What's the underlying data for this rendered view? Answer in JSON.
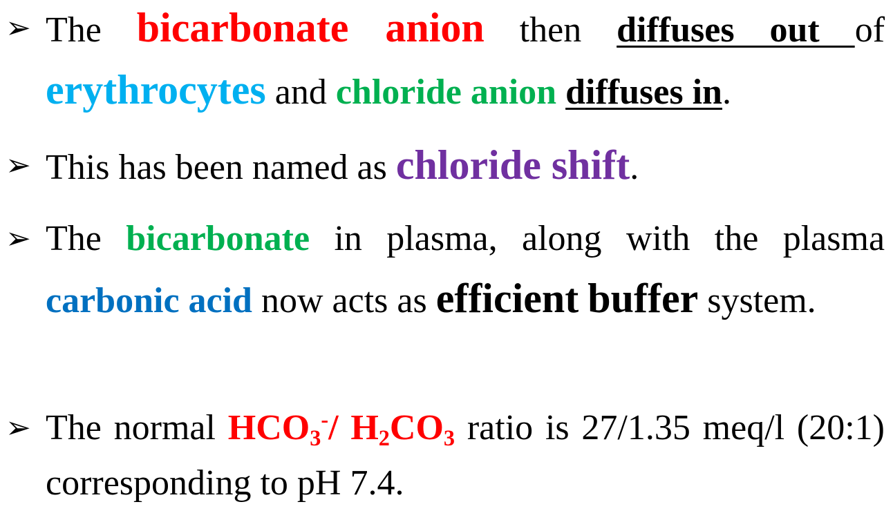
{
  "slide": {
    "bullets": [
      {
        "w1": "The",
        "bicarbonate_anion": "bicarbonate anion",
        "w2": "then",
        "diffuses_out": "diffuses out ",
        "w3": "of",
        "erythrocytes": "erythrocytes",
        "w4": "and",
        "chloride_anion": "chloride anion",
        "diffuses_in": "diffuses in",
        "end": "."
      },
      {
        "w1": "This has been named as",
        "chloride_shift": "chloride shift",
        "end": "."
      },
      {
        "w1": "The",
        "bicarbonate": "bicarbonate",
        "w2": "in plasma, along with the plasma",
        "carbonic_acid": "carbonic acid",
        "w3": "now acts as",
        "efficient": "efficient",
        "buffer": "buffer",
        "w4": "system."
      },
      {
        "w1": "The normal",
        "f_hco": "HCO",
        "f_sub3a": "3",
        "f_sup_minus": "-",
        "f_slash": "/ H",
        "f_sub2": "2",
        "f_co": "CO",
        "f_sub3b": "3",
        "w2": "ratio is 27/1.35 meq/l (20:1) corresponding to pH 7.4."
      }
    ],
    "bullet_symbol": "➢",
    "colors": {
      "red": "#ff0000",
      "sky_blue": "#00b0f0",
      "green": "#00b050",
      "purple": "#7030a0",
      "blue": "#0070c0"
    }
  }
}
